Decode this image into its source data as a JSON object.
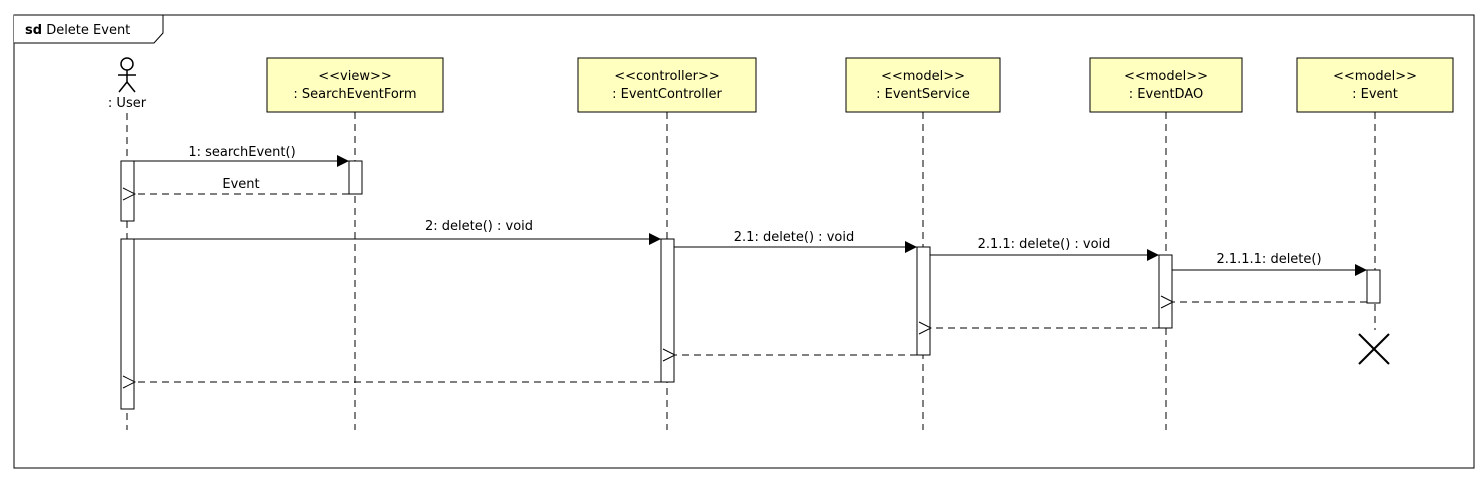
{
  "frame": {
    "keyword": "sd",
    "name": "Delete Event"
  },
  "actor": {
    "label": ": User"
  },
  "lifelines": [
    {
      "id": "form",
      "stereotype": "<<view>>",
      "name": ": SearchEventForm"
    },
    {
      "id": "controller",
      "stereotype": "<<controller>>",
      "name": ": EventController"
    },
    {
      "id": "service",
      "stereotype": "<<model>>",
      "name": ": EventService"
    },
    {
      "id": "dao",
      "stereotype": "<<model>>",
      "name": ": EventDAO"
    },
    {
      "id": "event",
      "stereotype": "<<model>>",
      "name": ": Event"
    }
  ],
  "messages": [
    {
      "id": "m1",
      "label": "1: searchEvent()",
      "from": "user",
      "to": "form",
      "kind": "sync"
    },
    {
      "id": "r1",
      "label": "Event",
      "from": "form",
      "to": "user",
      "kind": "return"
    },
    {
      "id": "m2",
      "label": "2: delete() : void",
      "from": "user",
      "to": "controller",
      "kind": "sync"
    },
    {
      "id": "m21",
      "label": "2.1: delete() : void",
      "from": "controller",
      "to": "service",
      "kind": "sync"
    },
    {
      "id": "m211",
      "label": "2.1.1: delete() : void",
      "from": "service",
      "to": "dao",
      "kind": "sync"
    },
    {
      "id": "m2111",
      "label": "2.1.1.1: delete()",
      "from": "dao",
      "to": "event",
      "kind": "sync"
    },
    {
      "id": "r2111",
      "label": "",
      "from": "event",
      "to": "dao",
      "kind": "return"
    },
    {
      "id": "r211",
      "label": "",
      "from": "dao",
      "to": "service",
      "kind": "return"
    },
    {
      "id": "r21",
      "label": "",
      "from": "service",
      "to": "controller",
      "kind": "return"
    },
    {
      "id": "r2",
      "label": "",
      "from": "controller",
      "to": "user",
      "kind": "return"
    }
  ],
  "colors": {
    "lifeline_fill": "#ffffc0",
    "lifeline_border": "#000000",
    "line": "#000000"
  }
}
